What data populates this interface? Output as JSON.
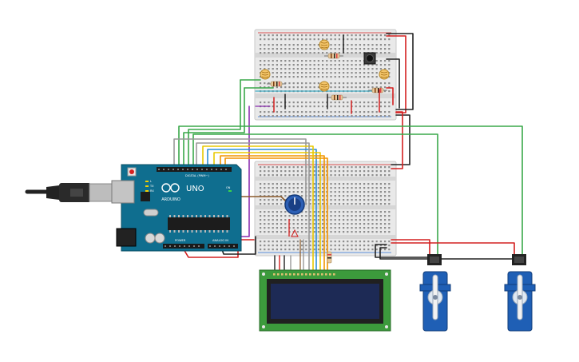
{
  "arduino": {
    "brand": "ARDUINO",
    "model": "UNO",
    "digital_label": "DIGITAL (PWM~)",
    "power_label": "POWER",
    "analog_label": "ANALOG IN",
    "leds": [
      "L",
      "TX",
      "RX"
    ],
    "on_label": "ON"
  },
  "components": {
    "breadboards": 2,
    "photoresistors": 4,
    "resistors": 4,
    "pushbuttons": 1,
    "potentiometers": 1,
    "servos": 2,
    "lcd": "16x2"
  },
  "colors": {
    "board": "#0f6e8f",
    "breadboard": "#e9e9e9",
    "wire_red": "#d42020",
    "wire_black": "#222222",
    "wire_green": "#3aa84a",
    "wire_orange": "#f29400",
    "wire_yellow": "#e8c800",
    "wire_blue": "#2d8fd6",
    "wire_purple": "#8c2fb0",
    "wire_gray": "#999999",
    "wire_brown": "#8a5a2b",
    "lcd_pcb": "#3c9a3c",
    "lcd_screen": "#1d2a55",
    "servo": "#1f5fb5"
  }
}
